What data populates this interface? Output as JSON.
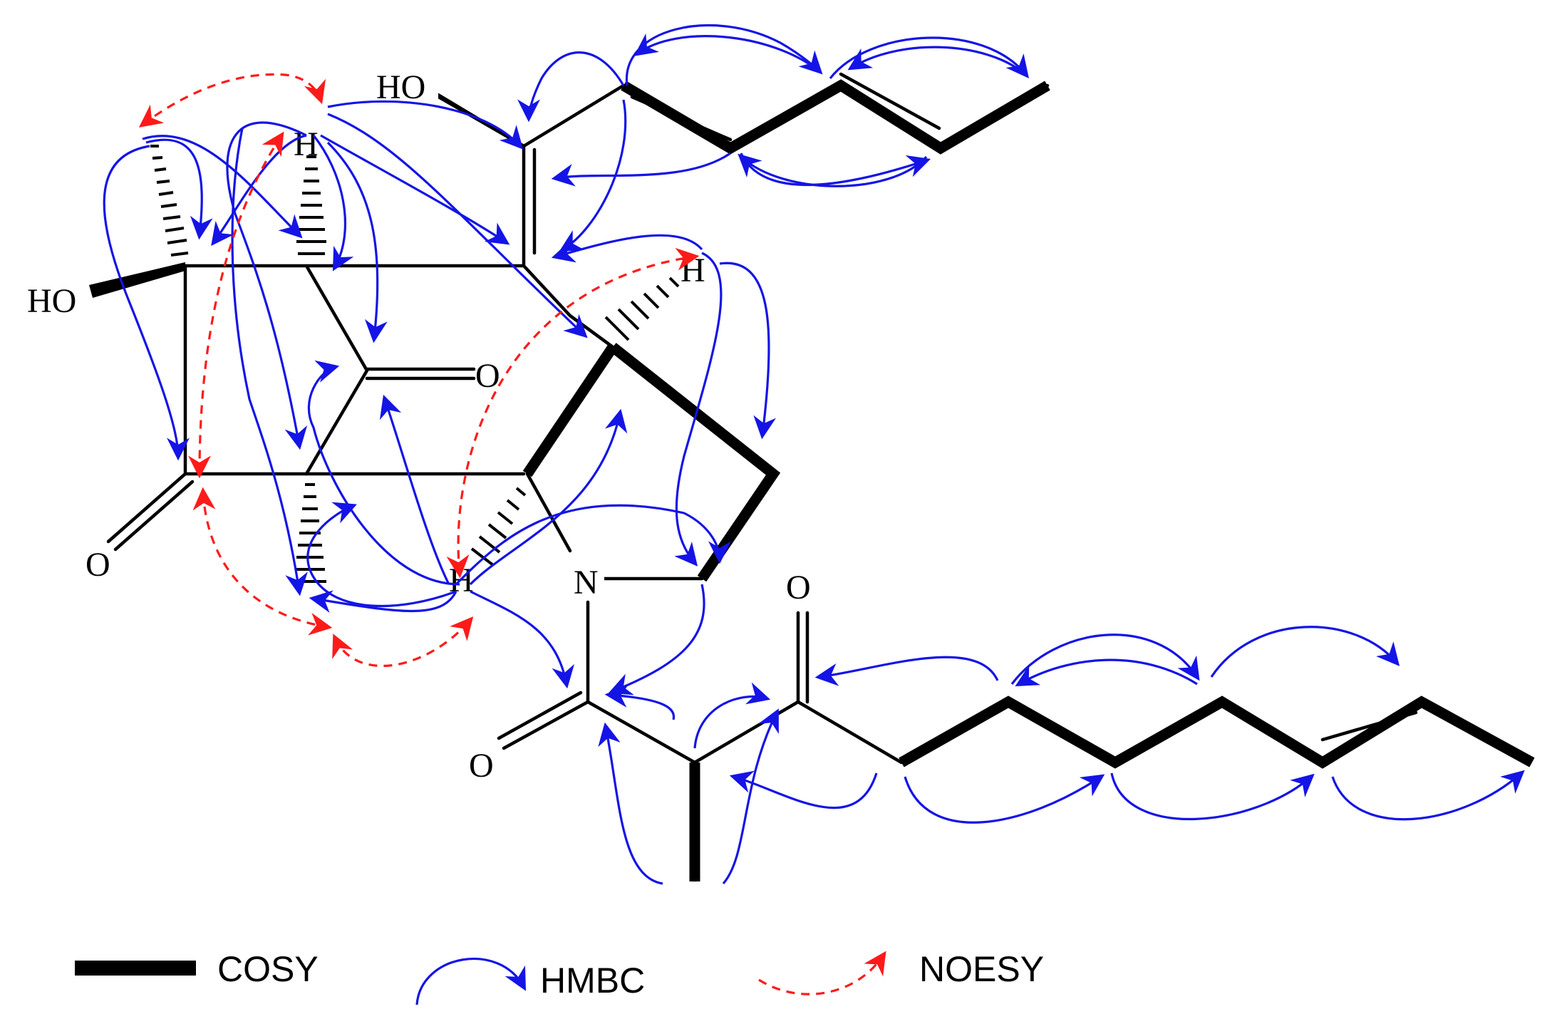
{
  "atom_labels": {
    "ho_top": "HO",
    "ho_left": "HO",
    "o_ketone_right": "O",
    "o_ketone_left": "O",
    "o_acyl_top": "O",
    "o_amide": "O",
    "n": "N",
    "h_top": "H",
    "h_right": "H",
    "h_bottom": "H"
  },
  "legend": {
    "cosy": "COSY",
    "hmbc": "HMBC",
    "noesy": "NOESY"
  },
  "colors": {
    "hmbc": "#1414e6",
    "noesy": "#ff1a1a",
    "cosy": "#000000"
  }
}
